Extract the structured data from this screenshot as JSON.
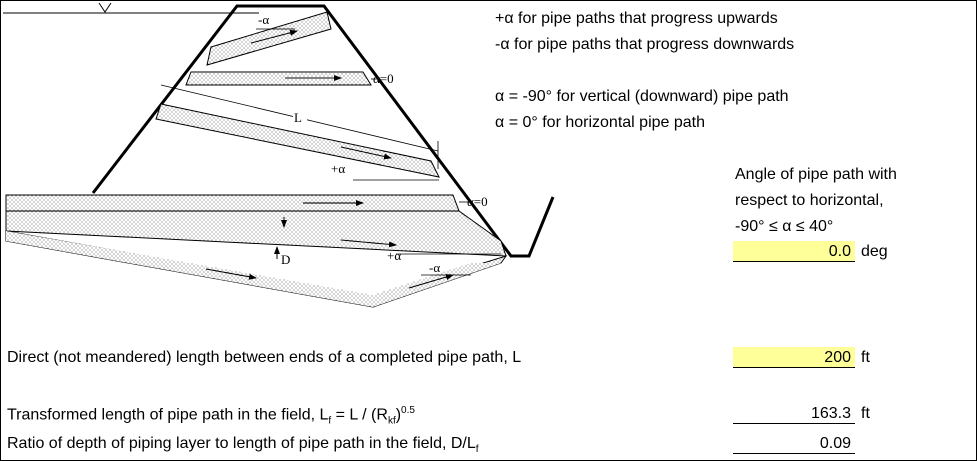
{
  "diagram": {
    "label_neg_alpha_top": "-α",
    "label_alpha_zero_upper": "α=0",
    "label_L": "L",
    "label_pos_alpha_mid": "+α",
    "label_alpha_zero_lower": "α=0",
    "label_D": "D",
    "label_pos_alpha_low": "+α",
    "label_neg_alpha_low": "-α"
  },
  "notes": {
    "line1": "+α for pipe paths that progress upwards",
    "line2": "-α for pipe paths that progress downwards",
    "line3": "α = -90° for vertical (downward) pipe path",
    "line4": "α = 0° for horizontal pipe path"
  },
  "angle": {
    "label_line1": "Angle of pipe path with",
    "label_line2": "respect to horizontal,",
    "label_line3": "-90° ≤ α ≤ 40°",
    "value": "0.0",
    "unit": "deg"
  },
  "length": {
    "label": "Direct (not meandered) length between ends of a completed pipe path, L",
    "value": "200",
    "unit": "ft"
  },
  "transformed": {
    "label_main": "Transformed length of pipe path in the field, L",
    "label_sub": "f",
    "label_mid": " = L / (R",
    "label_sub2": "kf",
    "label_close": ")",
    "label_sup": "0.5",
    "value": "163.3",
    "unit": "ft"
  },
  "ratio": {
    "label_main": "Ratio of depth of piping layer to length of pipe path in the field, D/L",
    "label_sub": "f",
    "value": "0.09"
  }
}
